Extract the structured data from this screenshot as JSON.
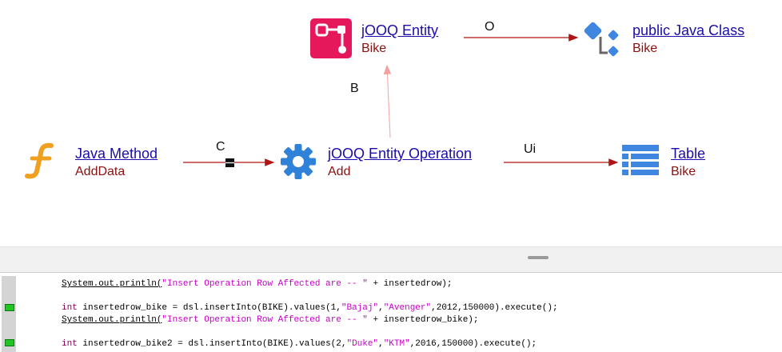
{
  "diagram": {
    "nodes": {
      "jooq_entity": {
        "title": "jOOQ Entity",
        "subtitle": "Bike"
      },
      "java_class": {
        "title": " public Java Class",
        "subtitle": "Bike"
      },
      "java_method": {
        "title": "Java Method",
        "subtitle": "AddData"
      },
      "jooq_operation": {
        "title": "jOOQ Entity Operation",
        "subtitle": "Add"
      },
      "table": {
        "title": "Table",
        "subtitle": "Bike"
      }
    },
    "edges": {
      "entity_to_class": "O",
      "operation_to_entity": "B",
      "method_to_operation": "C",
      "operation_to_table": "Ui"
    },
    "colors": {
      "link": "#1a0dab",
      "subtitle": "#8b1010",
      "edge": "#b01515"
    }
  },
  "code_editor": {
    "lines": [
      {
        "pre": "System.out.println(",
        "str": "\"Insert Operation Row Affected are -- \"",
        "post": " + insertedrow);"
      },
      {
        "kw": "int",
        "pre": " insertedrow_bike = dsl.insertInto(BIKE).values(1,",
        "s1": "\"Bajaj\"",
        "c1": ",",
        "s2": "\"Avenger\"",
        "post": ",2012,150000).execute();"
      },
      {
        "pre": "System.out.println(",
        "str": "\"Insert Operation Row Affected are -- \"",
        "post": " + insertedrow_bike);"
      },
      {
        "kw": "int",
        "pre": " insertedrow_bike2 = dsl.insertInto(BIKE).values(2,",
        "s1": "\"Duke\"",
        "c1": ",",
        "s2": "\"KTM\"",
        "post": ",2016,150000).execute();"
      }
    ]
  }
}
